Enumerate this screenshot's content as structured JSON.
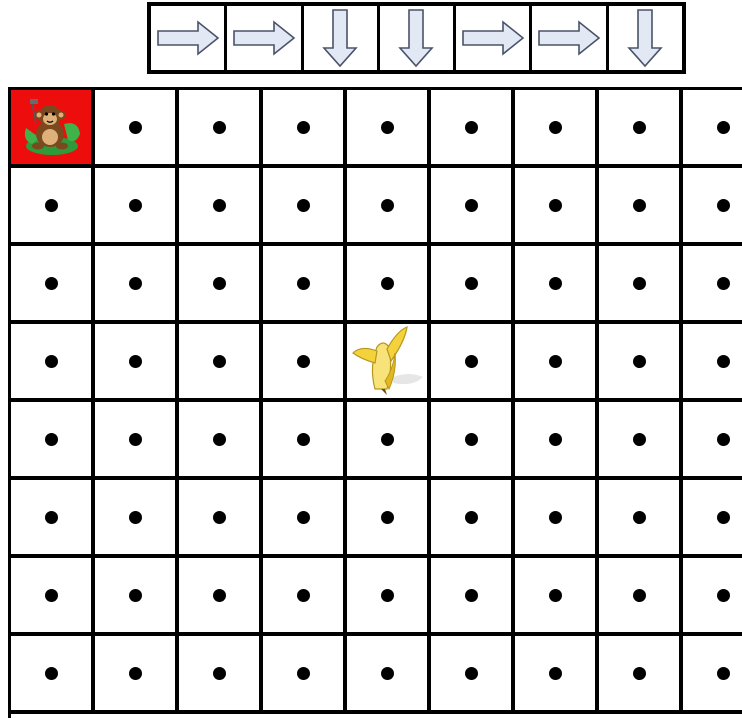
{
  "puzzle": {
    "sequence": [
      {
        "direction": "right",
        "icon": "right-arrow-icon"
      },
      {
        "direction": "right",
        "icon": "right-arrow-icon"
      },
      {
        "direction": "down",
        "icon": "down-arrow-icon"
      },
      {
        "direction": "down",
        "icon": "down-arrow-icon"
      },
      {
        "direction": "right",
        "icon": "right-arrow-icon"
      },
      {
        "direction": "right",
        "icon": "right-arrow-icon"
      },
      {
        "direction": "down",
        "icon": "down-arrow-icon"
      }
    ],
    "grid": {
      "rows": 8,
      "cols": 9,
      "start": {
        "row": 1,
        "col": 1,
        "token": "monkey-icon",
        "color": "#ee0d0d"
      },
      "goal": {
        "row": 4,
        "col": 5,
        "token": "banana-icon"
      },
      "empty_marker": "dot-icon"
    },
    "colors": {
      "arrow_fill": "#e3e9f4",
      "arrow_stroke": "#4a5368",
      "grid_line": "#000000",
      "start_cell": "#ee0d0d"
    }
  }
}
